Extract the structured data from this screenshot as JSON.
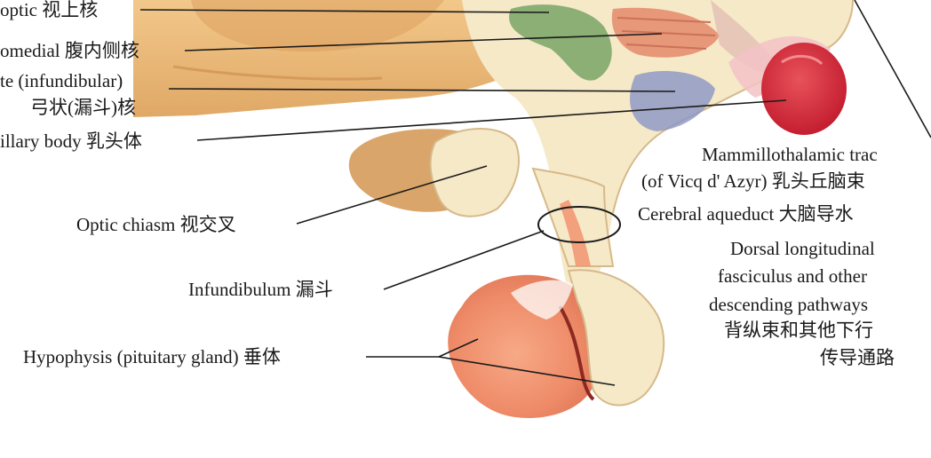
{
  "labels": {
    "supraoptic": "optic 视上核",
    "ventromedial": "omedial 腹内侧核",
    "arcuate_line1": "te (infundibular)",
    "arcuate_line2": "弓状(漏斗)核",
    "mammillary": "illary body 乳头体",
    "optic_chiasm": "Optic chiasm 视交叉",
    "infundibulum": "Infundibulum 漏斗",
    "hypophysis": "Hypophysis (pituitary gland) 垂体",
    "mammillothalamic_line1": "Mammillothalamic trac",
    "mammillothalamic_line2": "(of Vicq d' Azyr) 乳头丘脑束",
    "cerebral_aqueduct": "Cerebral aqueduct 大脑导水",
    "dorsal_line1": "Dorsal longitudinal",
    "dorsal_line2": "fasciculus and other",
    "dorsal_line3": "descending pathways",
    "dorsal_line4": "背纵束和其他下行",
    "dorsal_line5": "传导通路"
  },
  "colors": {
    "brain_tan": "#e9b877",
    "tissue_cream": "#f7ecd0",
    "nucleus_green": "#7fa86a",
    "nucleus_red": "#d9745a",
    "nucleus_blue": "#8b95c4",
    "mammillary_red": "#d62f3a",
    "pituitary_orange": "#f29370"
  }
}
